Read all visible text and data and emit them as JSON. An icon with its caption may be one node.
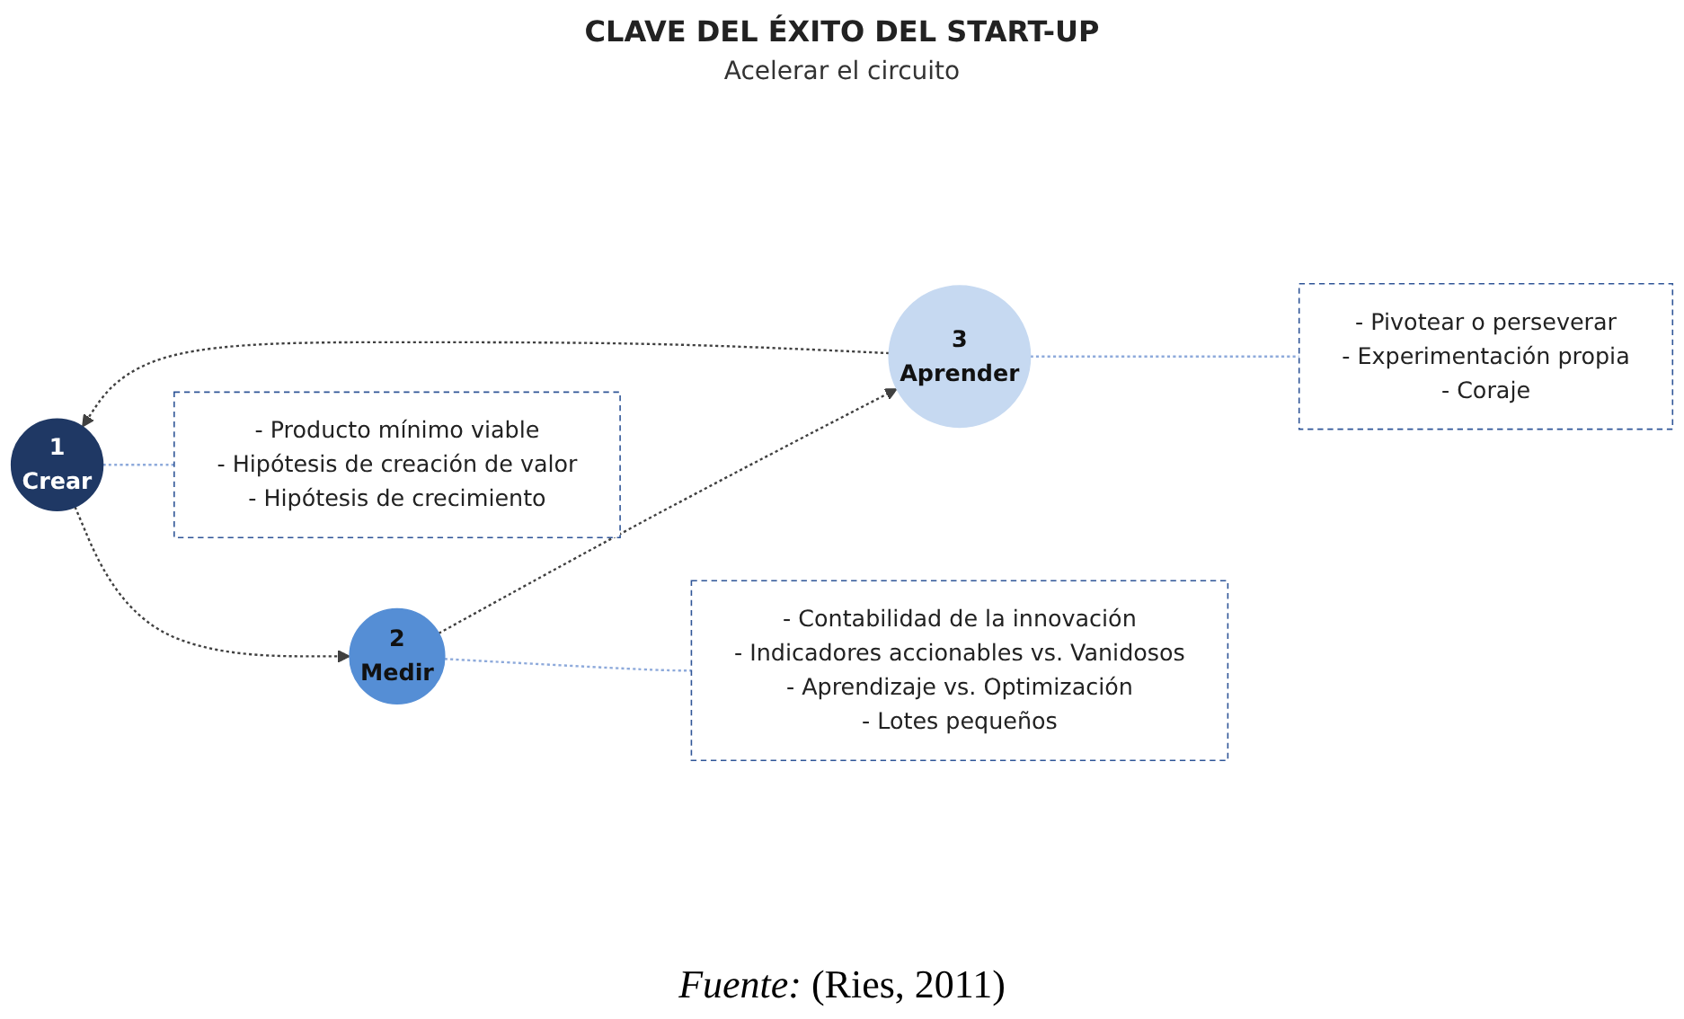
{
  "diagram": {
    "caption": "*Fuente:* (Ries, 2011)",
    "nodes": [
      {
        "text": [
          "1",
          "Crear"
        ]
      },
      {
        "text": [
          "2",
          "Medir"
        ]
      },
      {
        "text": [
          "3",
          "Aprender"
        ]
      },
      {
        "text": [
          "- Producto mínimo viable",
          "- Hipótesis de creación de valor",
          "- Hipótesis de crecimiento"
        ]
      },
      {
        "text": [
          "- Contabilidad de la innovación",
          "- Indicadores accionables vs. Vanidosos",
          "- Aprendizaje vs. Optimización",
          "- Lotes pequeños"
        ]
      },
      {
        "text": [
          "- Pivotear o perseverar",
          "- Experimentación propia",
          "- Coraje"
        ]
      }
    ],
    "edges": [
      {
        "from": 0,
        "to": 1,
        "arrow": "to",
        "style": "dashed"
      },
      {
        "from": 1,
        "to": 2,
        "arrow": "to",
        "style": "dashed"
      },
      {
        "from": 2,
        "to": 0,
        "arrow": "to",
        "style": "dashed"
      },
      {
        "from": 0,
        "to": 3,
        "arrow": "none",
        "style": "dashed",
        "color": "#8eaadb"
      },
      {
        "from": 1,
        "to": 4,
        "arrow": "none",
        "style": "dashed",
        "color": "#8eaadb"
      },
      {
        "from": 2,
        "to": 5,
        "arrow": "none",
        "style": "dashed",
        "color": "#8eaadb"
      }
    ],
    "labels": [
      "CLAVE DEL ÉXITO DEL START-UP",
      "Acelerar el circuito"
    ]
  }
}
